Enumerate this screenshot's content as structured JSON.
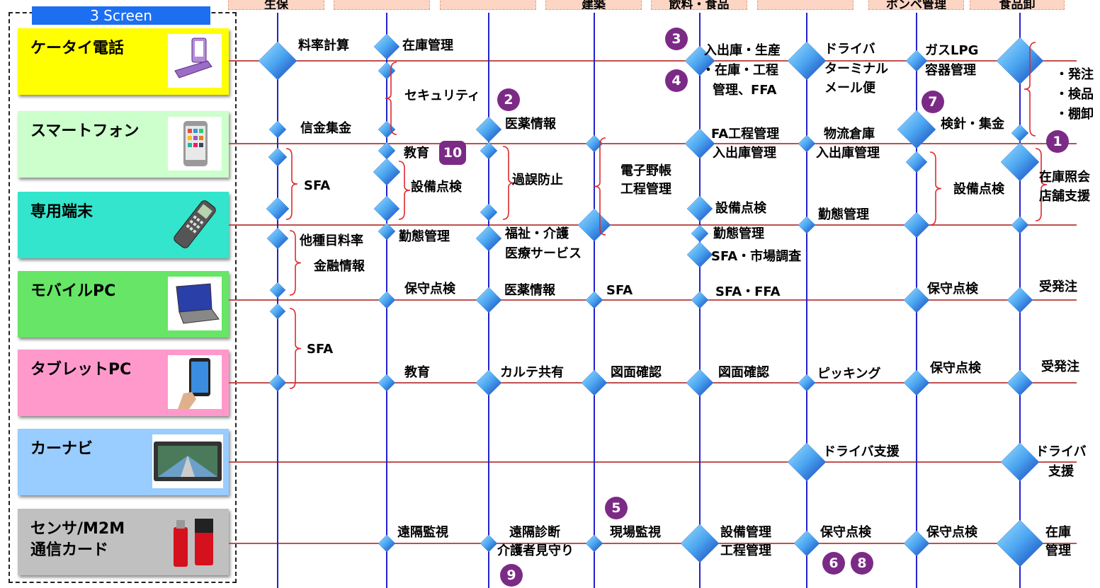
{
  "screen_label": "3 Screen",
  "industries": [
    "生保",
    "",
    "",
    "建築",
    "飲料・食品",
    "",
    "ボンベ管理",
    "食品卸"
  ],
  "devices": [
    {
      "name": "ケータイ電話",
      "color": "#ffff00",
      "icon": "flip-phone-icon"
    },
    {
      "name": "スマートフォン",
      "color": "#ccffcc",
      "icon": "smartphone-icon"
    },
    {
      "name": "専用端末",
      "color": "#33e5cc",
      "icon": "handheld-terminal-icon"
    },
    {
      "name": "モバイルPC",
      "color": "#66e566",
      "icon": "laptop-icon"
    },
    {
      "name": "タブレットPC",
      "color": "#ff99cc",
      "icon": "tablet-icon"
    },
    {
      "name": "カーナビ",
      "color": "#99ccff",
      "icon": "car-navigation-icon"
    },
    {
      "name": "センサ/M2M\n通信カード",
      "color": "#c0c0c0",
      "icon": "m2m-card-icon"
    }
  ],
  "labels": [
    "料率計算",
    "信金集金",
    "SFA",
    "他種目料率",
    "金融情報",
    "SFA",
    "在庫管理",
    "セキュリティ",
    "教育",
    "設備点検",
    "勤態管理",
    "保守点検",
    "教育",
    "遠隔監視",
    "医薬情報",
    "過誤防止",
    "福祉・介護",
    "医療サービス",
    "医薬情報",
    "カルテ共有",
    "遠隔診断",
    "介護者見守り",
    "電子野帳",
    "工程管理",
    "SFA",
    "図面確認",
    "現場監視",
    "入出庫・生産",
    "・在庫・工程",
    "管理、FFA",
    "FA工程管理",
    "入出庫管理",
    "設備点検",
    "勤態管理",
    "SFA・市場調査",
    "SFA・FFA",
    "図面確認",
    "設備管理",
    "工程管理",
    "ドライバ",
    "ターミナル",
    "メール便",
    "物流倉庫",
    "入出庫管理",
    "勤態管理",
    "ピッキング",
    "ドライバ支援",
    "保守点検",
    "ガスLPG",
    "容器管理",
    "検針・集金",
    "設備点検",
    "保守点検",
    "保守点検",
    "保守点検",
    "・発注",
    "・検品",
    "・棚卸",
    "在庫照会",
    "店舗支援",
    "受発注",
    "受発注",
    "ドライバ",
    "支援",
    "在庫",
    "管理"
  ],
  "badges": [
    "3",
    "4",
    "2",
    "10",
    "7",
    "1",
    "5",
    "6",
    "8",
    "9"
  ],
  "colors": {
    "row_line": "#c0504d",
    "col_line": "#2222cc",
    "diamond_light": "#7fd0ff",
    "diamond_dark": "#1a54c8",
    "brace": "#e0282e",
    "badge": "#7b2a86"
  }
}
